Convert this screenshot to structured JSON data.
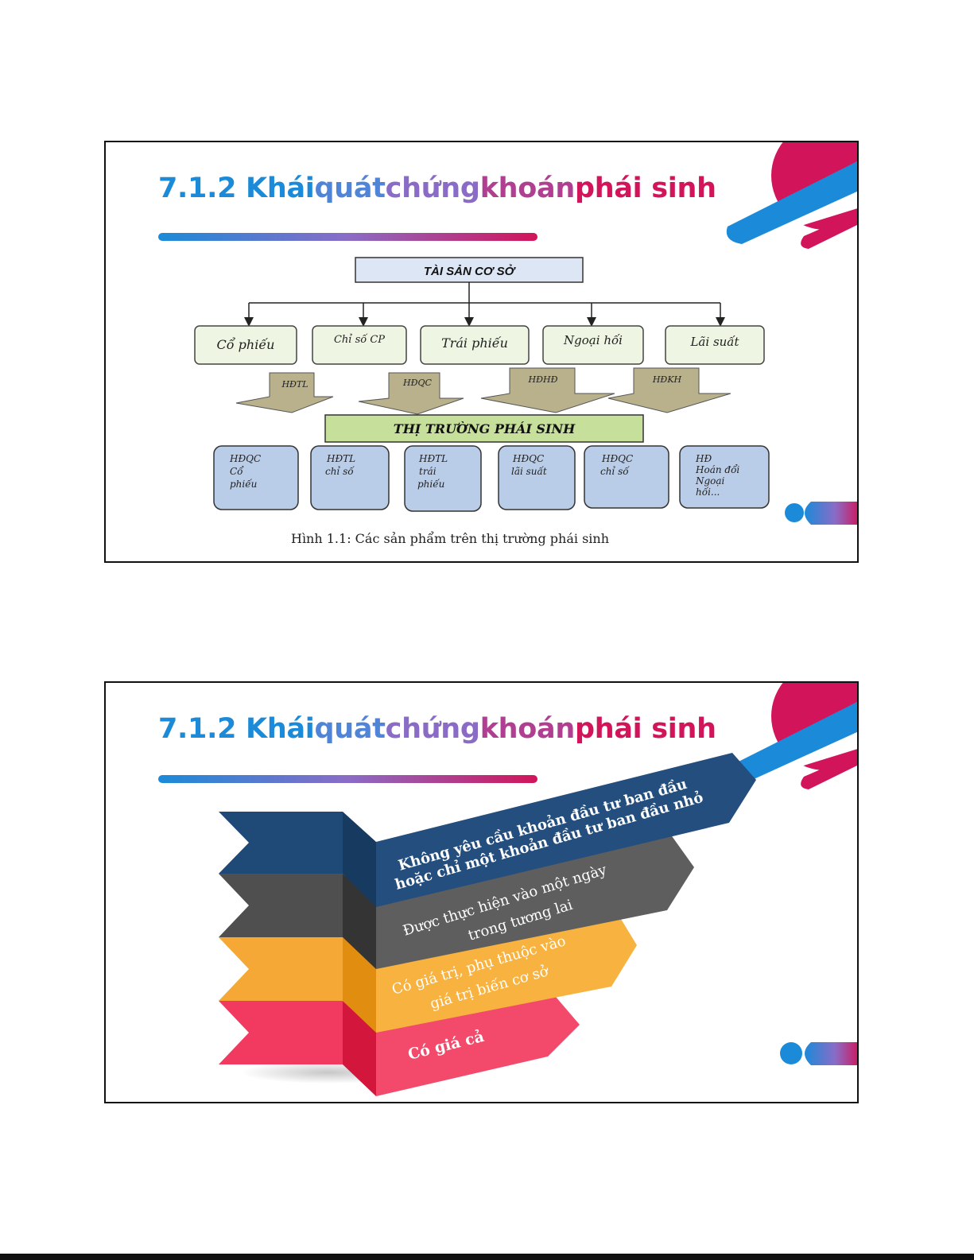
{
  "colors": {
    "blue": "#1b8ad9",
    "purple": "#8a6cc6",
    "magenta": "#d2145a",
    "navy": "#1f4a78",
    "gray": "#5a5a5a",
    "orange": "#f6a935",
    "pink": "#f03a5f"
  },
  "slides": [
    {
      "title_parts": [
        "7.1.2 Khái ",
        "quát ",
        "chứng ",
        "khoán ",
        "phái sinh"
      ],
      "diagram": {
        "top_box": "TÀI SẢN CƠ SỞ",
        "assets": [
          "Cổ phiếu",
          "Chỉ số CP",
          "Trái phiếu",
          "Ngoại hối",
          "Lãi suất"
        ],
        "contracts": [
          "HĐTL",
          "HĐQC",
          "HĐHĐ",
          "HĐKH"
        ],
        "market": "THỊ TRƯỜNG PHÁI SINH",
        "products": [
          [
            "HĐQC",
            "Cổ",
            "phiếu"
          ],
          [
            "HĐTL",
            "chỉ số"
          ],
          [
            "HĐTL",
            "trái",
            "phiếu"
          ],
          [
            "HĐQC",
            "lãi suất"
          ],
          [
            "HĐQC",
            "chỉ số"
          ],
          [
            "HĐ",
            "Hoán đổi",
            "Ngoại",
            "hối..."
          ]
        ],
        "caption": "Hình 1.1:  Các sản phẩm trên thị trường phái sinh"
      }
    },
    {
      "title_parts": [
        "7.1.2 Khái ",
        "quát ",
        "chứng ",
        "khoán ",
        "phái sinh"
      ],
      "features": [
        {
          "lines": [
            "Không yêu cầu khoản đầu tư ban đầu",
            "hoặc chỉ một khoản đầu tư ban đầu nhỏ"
          ],
          "color": "navy"
        },
        {
          "lines": [
            "Được thực hiện vào một ngày",
            "trong tương lai"
          ],
          "color": "gray"
        },
        {
          "lines": [
            "Có giá trị, phụ thuộc vào",
            "giá trị biến cơ sở"
          ],
          "color": "orange"
        },
        {
          "lines": [
            "Có giá cả"
          ],
          "color": "pink"
        }
      ]
    }
  ]
}
